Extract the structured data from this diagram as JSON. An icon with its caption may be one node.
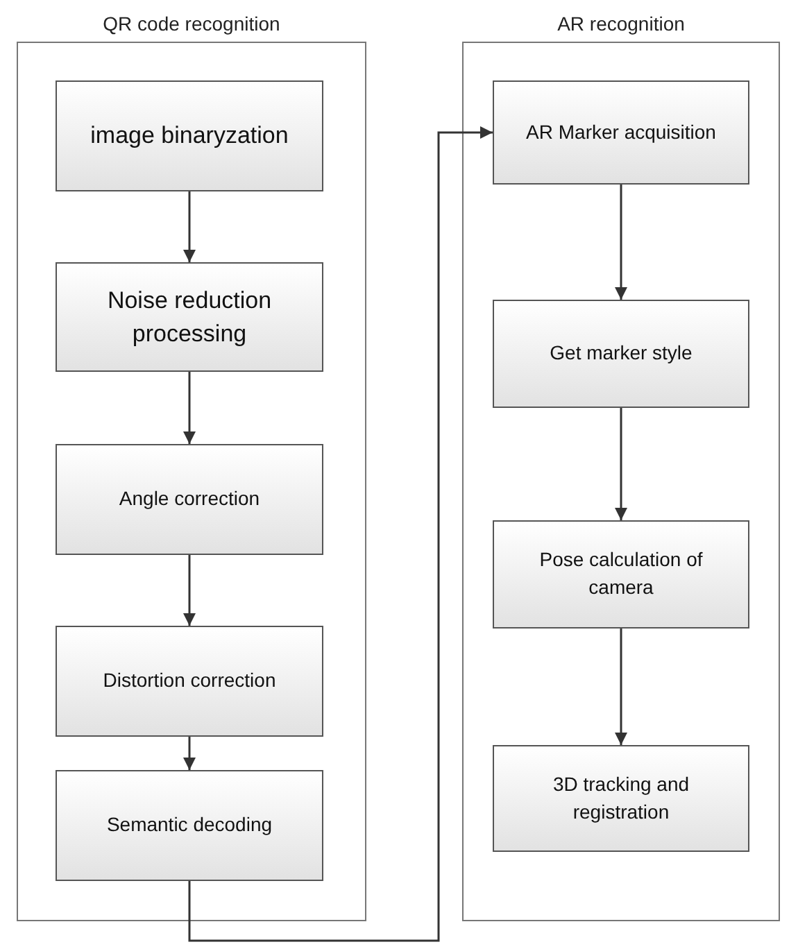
{
  "diagram": {
    "nodes": [
      {
        "text": [
          "QR code recognition"
        ]
      },
      {
        "text": [
          "image binaryzation"
        ],
        "in": 0
      },
      {
        "text": [
          "Noise reduction processing"
        ],
        "in": 0
      },
      {
        "text": [
          "Angle correction"
        ],
        "in": 0
      },
      {
        "text": [
          "Distortion correction"
        ],
        "in": 0
      },
      {
        "text": [
          "Semantic decoding"
        ],
        "in": 0
      },
      {
        "text": [
          "AR recognition"
        ]
      },
      {
        "text": [
          "AR Marker acquisition"
        ],
        "in": 6
      },
      {
        "text": [
          "Get marker style"
        ],
        "in": 6
      },
      {
        "text": [
          "Pose calculation of camera"
        ],
        "in": 6
      },
      {
        "text": [
          "3D tracking and registration"
        ],
        "in": 6
      }
    ],
    "edges": [
      {
        "from": 1,
        "to": 2,
        "arrow": "to"
      },
      {
        "from": 2,
        "to": 3,
        "arrow": "to"
      },
      {
        "from": 3,
        "to": 4,
        "arrow": "to"
      },
      {
        "from": 4,
        "to": 5,
        "arrow": "to"
      },
      {
        "from": 5,
        "to": 7,
        "arrow": "to"
      },
      {
        "from": 7,
        "to": 8,
        "arrow": "to"
      },
      {
        "from": 8,
        "to": 9,
        "arrow": "to"
      },
      {
        "from": 9,
        "to": 10,
        "arrow": "to"
      }
    ]
  }
}
